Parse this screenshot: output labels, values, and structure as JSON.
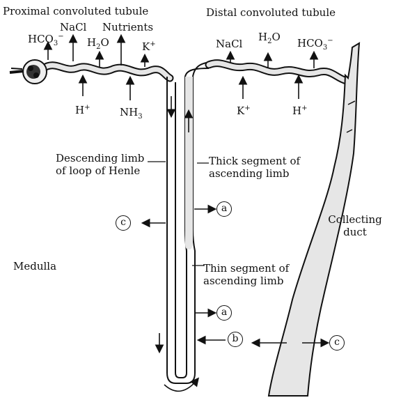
{
  "labels": {
    "pct": "Proximal convoluted tubule",
    "dct": "Distal convoluted tubule",
    "descending": "Descending limb of loop of Henle",
    "thick": "Thick segment of ascending limb",
    "thin": "Thin segment of ascending limb",
    "collecting": "Collecting duct",
    "medulla": "Medulla"
  },
  "pct_substances": {
    "hco3": {
      "base": "HCO",
      "sub": "3",
      "sup": "−"
    },
    "nacl": "NaCl",
    "h2o": {
      "base": "H",
      "sub": "2",
      "tail": "O"
    },
    "nutrients": "Nutrients",
    "k": {
      "base": "K",
      "sup": "+"
    },
    "h": {
      "base": "H",
      "sup": "+"
    },
    "nh3": {
      "base": "NH",
      "sub": "3"
    }
  },
  "dct_substances": {
    "nacl": "NaCl",
    "h2o": {
      "base": "H",
      "sub": "2",
      "tail": "O"
    },
    "hco3": {
      "base": "HCO",
      "sub": "3",
      "sup": "−"
    },
    "k": {
      "base": "K",
      "sup": "+"
    },
    "h": {
      "base": "H",
      "sup": "+"
    }
  },
  "markers": {
    "c1": "c",
    "a1": "a",
    "a2": "a",
    "b": "b",
    "c2": "c"
  },
  "colors": {
    "tubule_fill": "#e6e6e6",
    "stroke": "#111111"
  }
}
